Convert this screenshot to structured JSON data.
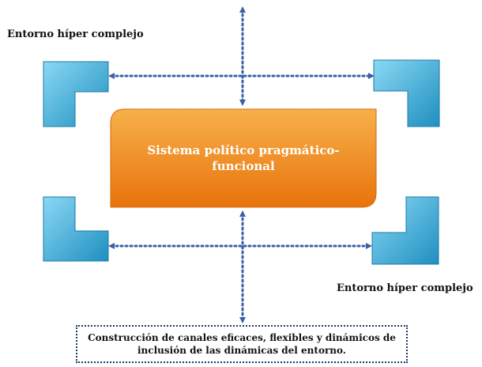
{
  "labels": {
    "environment_top": "Entorno híper complejo",
    "environment_bottom": "Entorno híper complejo"
  },
  "center": {
    "text": "Sistema político pragmático-funcional"
  },
  "footer": {
    "text": "Construcción de canales eficaces, flexibles y dinámicos de inclusión de las dinámicas del entorno."
  },
  "colors": {
    "center_fill_top": "#f7b04a",
    "center_fill_bottom": "#e8730c",
    "corner_fill_light": "#7fd0f0",
    "corner_fill_dark": "#1f8fc0",
    "arrow": "#3a5fa8",
    "footer_border": "#1f3864"
  }
}
